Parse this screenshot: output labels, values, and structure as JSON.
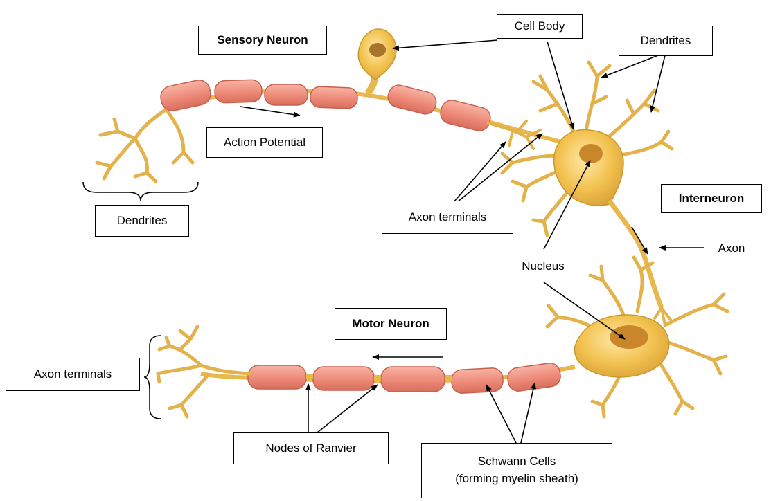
{
  "labels": {
    "sensory_neuron": "Sensory Neuron",
    "cell_body": "Cell Body",
    "dendrites_top": "Dendrites",
    "action_potential": "Action Potential",
    "dendrites_left": "Dendrites",
    "axon_terminals_top": "Axon terminals",
    "interneuron": "Interneuron",
    "axon": "Axon",
    "nucleus": "Nucleus",
    "motor_neuron": "Motor Neuron",
    "axon_terminals_left": "Axon terminals",
    "nodes_of_ranvier": "Nodes of Ranvier",
    "schwann_cells_line1": "Schwann Cells",
    "schwann_cells_line2": "(forming myelin sheath)"
  },
  "colors": {
    "neuron_fill": "#f2c14e",
    "neuron_stroke": "#c89a2a",
    "myelin_fill": "#ef8f7e",
    "myelin_stroke": "#c8604f",
    "nucleus_fill": "#c9862a"
  }
}
